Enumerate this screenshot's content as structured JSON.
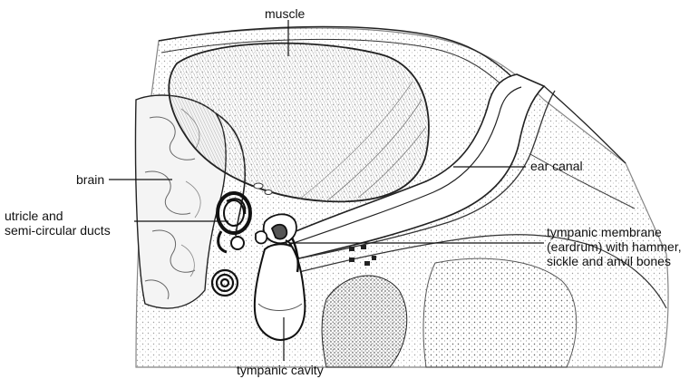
{
  "diagram": {
    "labels": {
      "muscle": "muscle",
      "brain": "brain",
      "utricle": [
        "utricle and",
        "semi-circular ducts"
      ],
      "ear_canal": "ear canal",
      "tympanic_membrane": [
        "tympanic membrane",
        "(eardrum) with hammer,",
        "sickle and anvil bones"
      ],
      "tympanic_cavity": "tympanic cavity"
    },
    "colors": {
      "ink": "#111111",
      "shade": "#7a7a7a",
      "light_shade": "#bdbdbd",
      "paper": "#ffffff"
    }
  }
}
